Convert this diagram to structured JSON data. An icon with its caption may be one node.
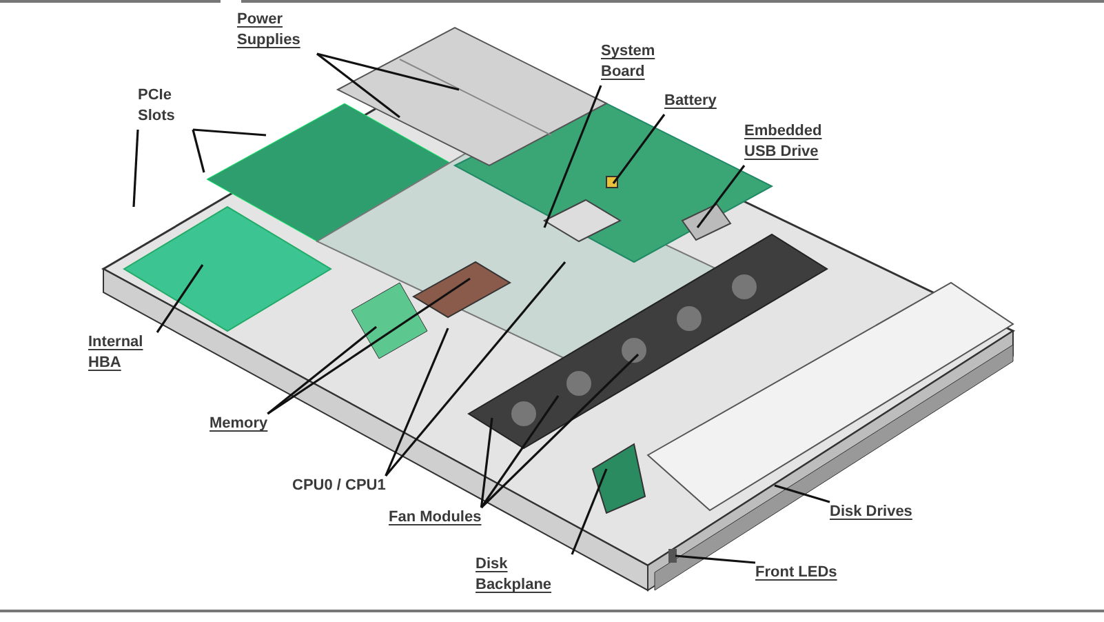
{
  "diagram": {
    "nodes": [
      {
        "text": [
          "Power Supplies"
        ]
      },
      {
        "text": [
          "PCIe Slots"
        ]
      },
      {
        "text": [
          "System Board"
        ]
      },
      {
        "text": [
          "Battery"
        ]
      },
      {
        "text": [
          "Embedded USB Drive"
        ]
      },
      {
        "text": [
          "Internal HBA"
        ]
      },
      {
        "text": [
          "Memory"
        ]
      },
      {
        "text": [
          "CPU0 / CPU1"
        ]
      },
      {
        "text": [
          "Fan Modules"
        ]
      },
      {
        "text": [
          "Disk Drives"
        ]
      },
      {
        "text": [
          "Disk Backplane"
        ]
      },
      {
        "text": [
          "Front LEDs"
        ]
      }
    ],
    "edges": [
      {
        "from": 0,
        "to": null,
        "arrow": "none"
      },
      {
        "from": 0,
        "to": null,
        "arrow": "none"
      },
      {
        "from": 1,
        "to": null,
        "arrow": "none"
      },
      {
        "from": 1,
        "to": null,
        "arrow": "none"
      },
      {
        "from": 1,
        "to": null,
        "arrow": "none"
      },
      {
        "from": 2,
        "to": null,
        "arrow": "none"
      },
      {
        "from": 3,
        "to": null,
        "arrow": "none"
      },
      {
        "from": 4,
        "to": null,
        "arrow": "none"
      },
      {
        "from": 5,
        "to": null,
        "arrow": "none"
      },
      {
        "from": 6,
        "to": null,
        "arrow": "none"
      },
      {
        "from": 6,
        "to": null,
        "arrow": "none"
      },
      {
        "from": 7,
        "to": null,
        "arrow": "none"
      },
      {
        "from": 7,
        "to": null,
        "arrow": "none"
      },
      {
        "from": 8,
        "to": null,
        "arrow": "none"
      },
      {
        "from": 8,
        "to": null,
        "arrow": "none"
      },
      {
        "from": 8,
        "to": null,
        "arrow": "none"
      },
      {
        "from": 9,
        "to": null,
        "arrow": "none"
      },
      {
        "from": 10,
        "to": null,
        "arrow": "none"
      },
      {
        "from": 11,
        "to": null,
        "arrow": "none"
      }
    ]
  }
}
